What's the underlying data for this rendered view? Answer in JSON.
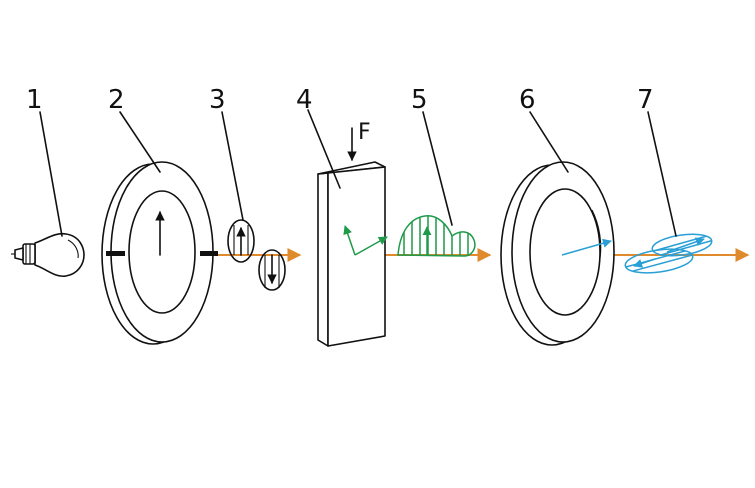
{
  "labels": {
    "n1": "1",
    "n2": "2",
    "n3": "3",
    "n4": "4",
    "n5": "5",
    "n6": "6",
    "n7": "7",
    "force": "F"
  },
  "colors": {
    "line": "#111111",
    "beam": "#e08a2e",
    "green_wave": "#1e9a4a",
    "blue_wave": "#2a9fd6",
    "background": "#ffffff"
  },
  "icons": {
    "lamp": "light-bulb-icon",
    "polarizer": "ring-polarizer-icon",
    "sample": "glass-plate-icon",
    "analyzer": "ring-analyzer-icon"
  }
}
